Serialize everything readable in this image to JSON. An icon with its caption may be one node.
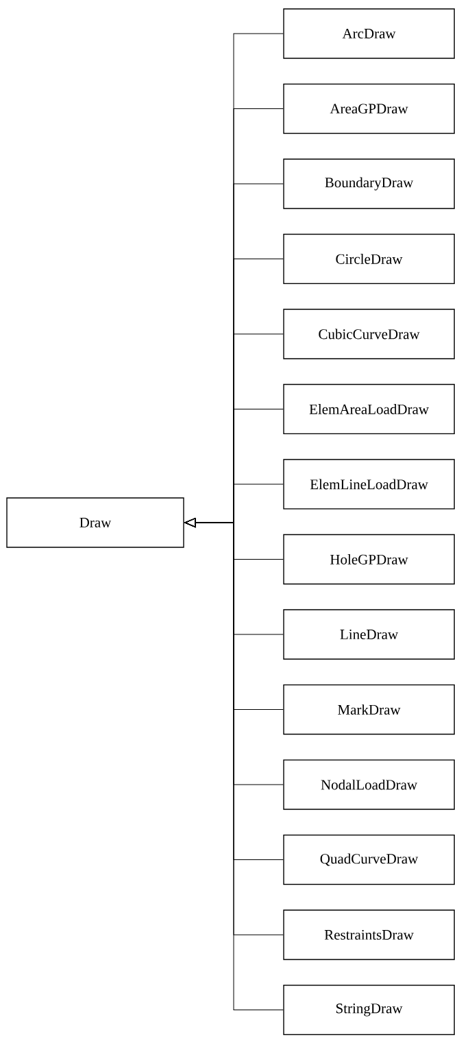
{
  "diagram": {
    "nodes": [
      {
        "text": [
          "Draw"
        ]
      },
      {
        "text": [
          "ArcDraw"
        ]
      },
      {
        "text": [
          "AreaGPDraw"
        ]
      },
      {
        "text": [
          "BoundaryDraw"
        ]
      },
      {
        "text": [
          "CircleDraw"
        ]
      },
      {
        "text": [
          "CubicCurveDraw"
        ]
      },
      {
        "text": [
          "ElemAreaLoadDraw"
        ]
      },
      {
        "text": [
          "ElemLineLoadDraw"
        ]
      },
      {
        "text": [
          "HoleGPDraw"
        ]
      },
      {
        "text": [
          "LineDraw"
        ]
      },
      {
        "text": [
          "MarkDraw"
        ]
      },
      {
        "text": [
          "NodalLoadDraw"
        ]
      },
      {
        "text": [
          "QuadCurveDraw"
        ]
      },
      {
        "text": [
          "RestraintsDraw"
        ]
      },
      {
        "text": [
          "StringDraw"
        ]
      }
    ],
    "edges": [
      {
        "from": 1,
        "to": 0,
        "arrow": "to"
      },
      {
        "from": 2,
        "to": 0,
        "arrow": "to"
      },
      {
        "from": 3,
        "to": 0,
        "arrow": "to"
      },
      {
        "from": 4,
        "to": 0,
        "arrow": "to"
      },
      {
        "from": 5,
        "to": 0,
        "arrow": "to"
      },
      {
        "from": 6,
        "to": 0,
        "arrow": "to"
      },
      {
        "from": 7,
        "to": 0,
        "arrow": "to"
      },
      {
        "from": 8,
        "to": 0,
        "arrow": "to"
      },
      {
        "from": 9,
        "to": 0,
        "arrow": "to"
      },
      {
        "from": 10,
        "to": 0,
        "arrow": "to"
      },
      {
        "from": 11,
        "to": 0,
        "arrow": "to"
      },
      {
        "from": 12,
        "to": 0,
        "arrow": "to"
      },
      {
        "from": 13,
        "to": 0,
        "arrow": "to"
      },
      {
        "from": 14,
        "to": 0,
        "arrow": "to"
      }
    ]
  }
}
